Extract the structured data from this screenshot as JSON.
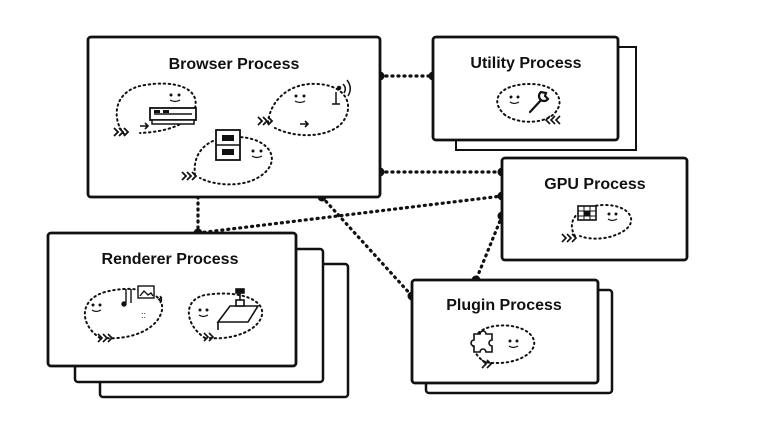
{
  "diagram": {
    "processes": {
      "browser": {
        "title": "Browser Process"
      },
      "utility": {
        "title": "Utility Process"
      },
      "gpu": {
        "title": "GPU Process"
      },
      "renderer": {
        "title": "Renderer Process"
      },
      "plugin": {
        "title": "Plugin Process"
      }
    },
    "icons": {
      "browser": [
        "router-icon",
        "wifi-antenna-icon",
        "file-cabinet-icon"
      ],
      "utility": [
        "wrench-icon"
      ],
      "gpu": [
        "grid-chip-icon"
      ],
      "renderer": [
        "media-elements-icon",
        "desk-drawing-icon"
      ],
      "plugin": [
        "puzzle-piece-icon"
      ]
    },
    "colors": {
      "line": "#111111",
      "background": "#ffffff"
    }
  }
}
